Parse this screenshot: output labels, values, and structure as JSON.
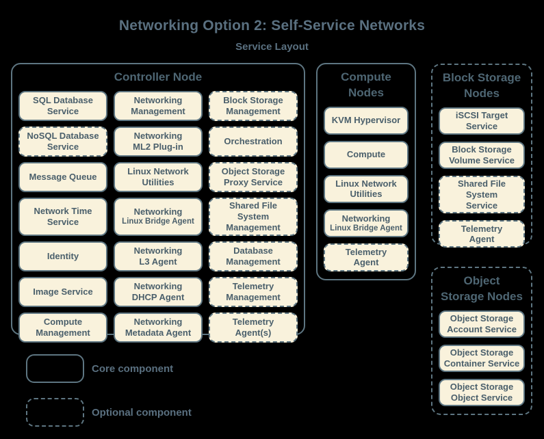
{
  "title": "Networking Option 2: Self-Service Networks",
  "subtitle": "Service Layout",
  "colors": {
    "background": "#000000",
    "box_fill": "#f9f2dc",
    "border": "#5e7682",
    "box_text": "#4a5f6b",
    "heading_text": "#4e6673",
    "title_text": "#5a7080"
  },
  "nodes": {
    "controller": {
      "label": "Controller Node",
      "optional": false,
      "services": [
        {
          "label": "SQL Database\nService",
          "optional": false
        },
        {
          "label": "Networking\nManagement",
          "optional": false
        },
        {
          "label": "Block Storage\nManagement",
          "optional": true
        },
        {
          "label": "NoSQL Database\nService",
          "optional": true
        },
        {
          "label": "Networking\nML2 Plug-in",
          "optional": false
        },
        {
          "label": "Orchestration",
          "optional": true
        },
        {
          "label": "Message Queue",
          "optional": false
        },
        {
          "label": "Linux Network\nUtilities",
          "optional": false
        },
        {
          "label": "Object Storage\nProxy Service",
          "optional": true
        },
        {
          "label": "Network Time\nService",
          "optional": false
        },
        {
          "label": "Networking",
          "sublabel": "Linux Bridge Agent",
          "optional": false
        },
        {
          "label": "Shared File System\nManagement",
          "optional": true
        },
        {
          "label": "Identity",
          "optional": false
        },
        {
          "label": "Networking\nL3 Agent",
          "optional": false
        },
        {
          "label": "Database\nManagement",
          "optional": true
        },
        {
          "label": "Image Service",
          "optional": false
        },
        {
          "label": "Networking\nDHCP Agent",
          "optional": false
        },
        {
          "label": "Telemetry\nManagement",
          "optional": true
        },
        {
          "label": "Compute\nManagement",
          "optional": false
        },
        {
          "label": "Networking\nMetadata Agent",
          "optional": false
        },
        {
          "label": "Telemetry\nAgent(s)",
          "optional": true
        }
      ]
    },
    "compute": {
      "label": "Compute\nNodes",
      "optional": false,
      "services": [
        {
          "label": "KVM Hypervisor",
          "optional": false
        },
        {
          "label": "Compute",
          "optional": false
        },
        {
          "label": "Linux Network\nUtilities",
          "optional": false
        },
        {
          "label": "Networking",
          "sublabel": "Linux Bridge Agent",
          "optional": false
        },
        {
          "label": "Telemetry\nAgent",
          "optional": true
        }
      ]
    },
    "block_storage": {
      "label": "Block Storage\nNodes",
      "optional": true,
      "services": [
        {
          "label": "iSCSI Target\nService",
          "optional": false
        },
        {
          "label": "Block Storage\nVolume Service",
          "optional": false
        },
        {
          "label": "Shared File System\nService",
          "optional": true
        },
        {
          "label": "Telemetry\nAgent",
          "optional": true
        }
      ]
    },
    "object_storage": {
      "label": "Object\nStorage Nodes",
      "optional": true,
      "services": [
        {
          "label": "Object Storage\nAccount Service",
          "optional": false
        },
        {
          "label": "Object Storage\nContainer Service",
          "optional": false
        },
        {
          "label": "Object Storage\nObject Service",
          "optional": false
        }
      ]
    }
  },
  "legend": {
    "core": "Core component",
    "optional": "Optional component"
  }
}
